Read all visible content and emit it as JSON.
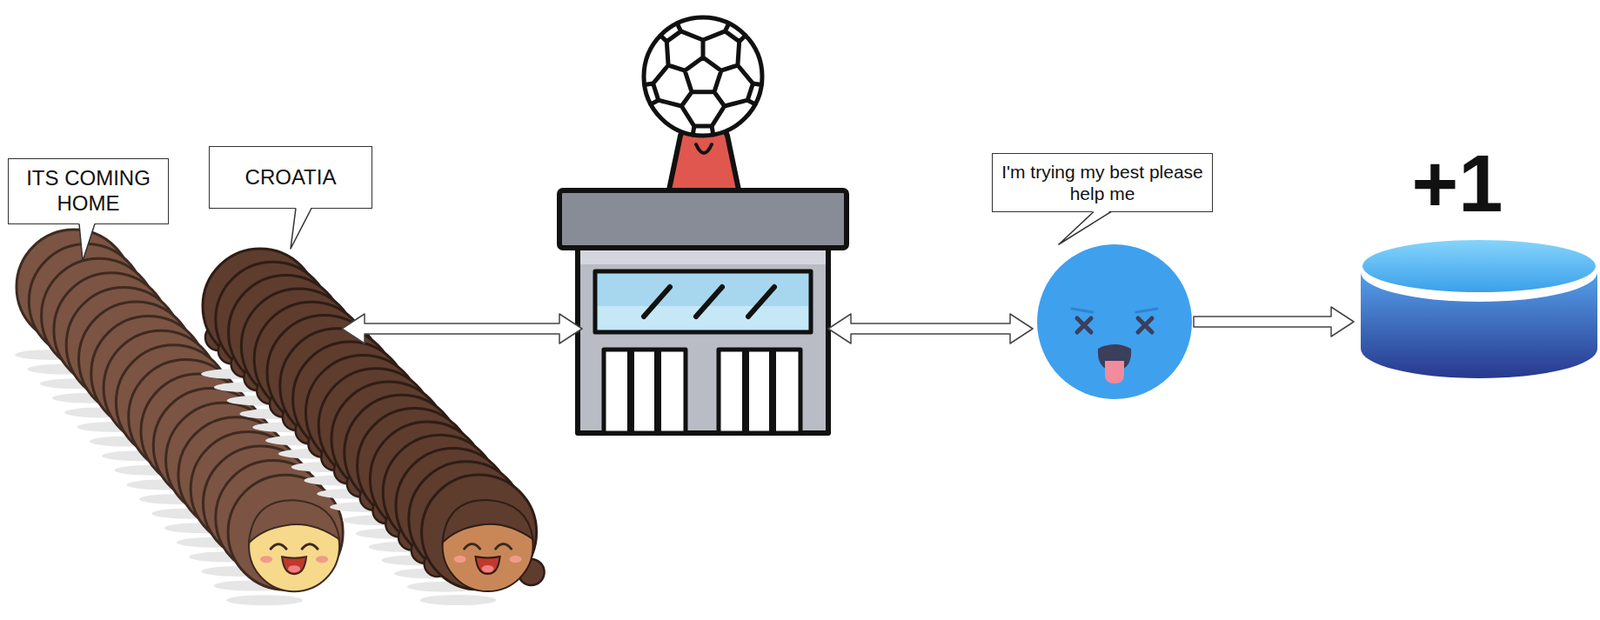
{
  "diagram": {
    "nodes": [
      {
        "text": [
          "ITS COMING HOME"
        ]
      },
      {
        "text": [
          "CROATIA"
        ]
      },
      {
        "text": [
          "I'm trying my best please help me"
        ]
      },
      {
        "text": [
          "+1"
        ]
      }
    ],
    "edges": [
      {
        "from": 2,
        "to": 3,
        "arrow": "to"
      }
    ]
  }
}
